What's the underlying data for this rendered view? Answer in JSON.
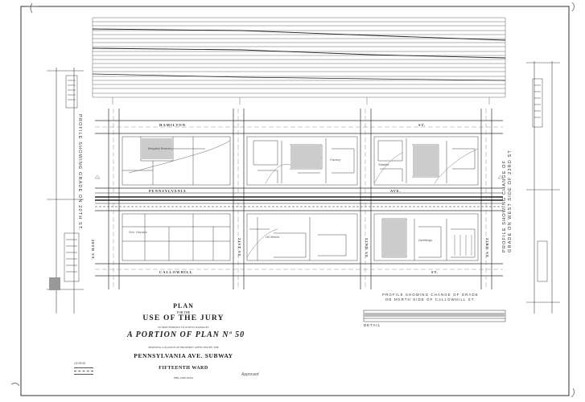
{
  "title_block": {
    "plan": "PLAN",
    "for_the": "FOR THE",
    "use": "USE OF THE JURY",
    "in_small": "IN PROCEEDINGS TO ASSESS DAMAGES",
    "portion": "A PORTION OF PLAN Nº 50",
    "showing_small": "SHOWING LOCATION OF PROPERTY AFFECTED BY THE",
    "subway": "PENNSYLVANIA AVE. SUBWAY",
    "ward": "FIFTEENTH WARD",
    "footer": "PHILADELPHIA"
  },
  "streets": {
    "top": "HAMILTON",
    "top_right": "ST.",
    "avenue_left": "PENNSYLVANIA",
    "avenue_right": "AVE.",
    "bottom": "CALLOWHILL",
    "bottom_right": "ST.",
    "cross_1": "20TH ST.",
    "cross_2": "21ST ST.",
    "cross_3": "22ND ST.",
    "cross_4": "23RD ST."
  },
  "profiles": {
    "left": "PROFILE SHOWING GRADE ON 20TH ST.",
    "right": "PROFILE SHOWING CHANGE OF GRADE ON WEST SIDE OF 23RD ST.",
    "bottom": "PROFILE SHOWING CHANGE OF GRADE ON NORTH SIDE OF CALLOWHILL ST.",
    "bottom_tag": "DETAIL"
  },
  "notes": {
    "approved": "Approved",
    "legend_title": "LEGEND"
  }
}
